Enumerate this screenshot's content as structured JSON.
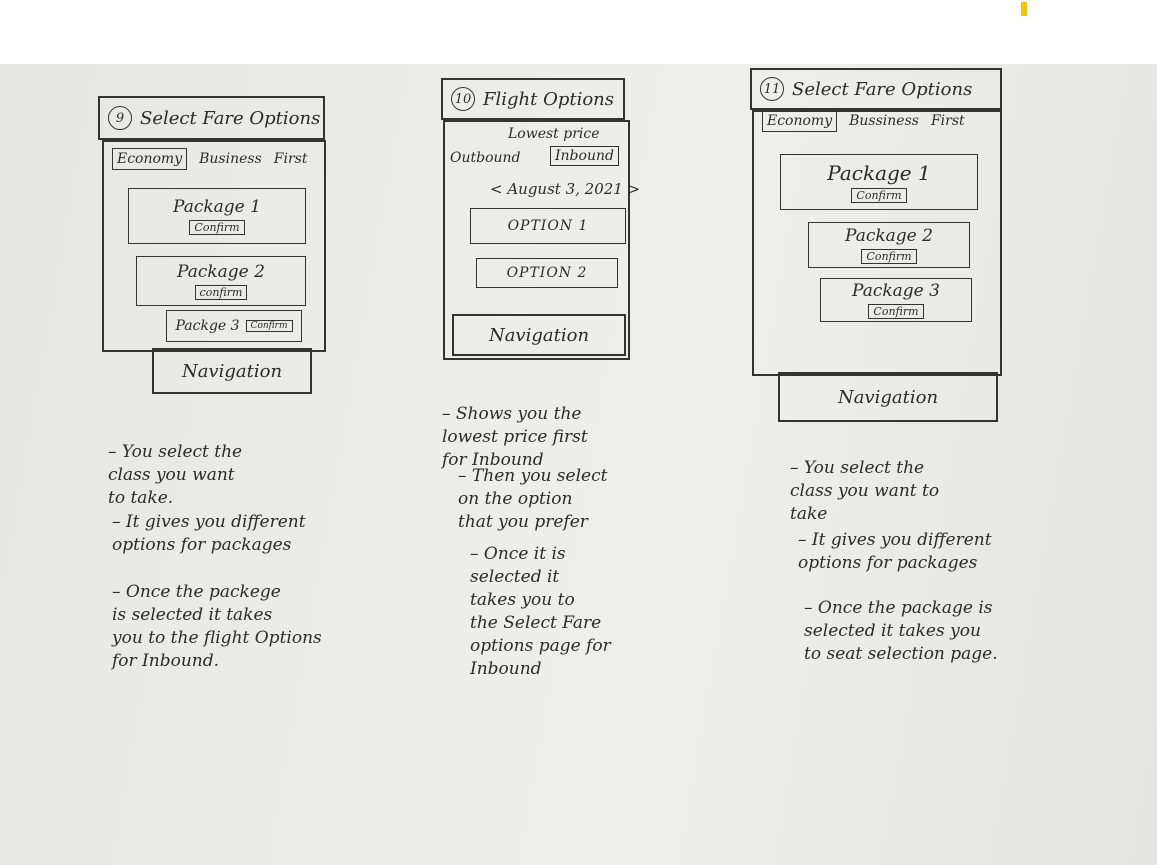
{
  "screens": [
    {
      "number": "9",
      "title": "Select Fare Options",
      "tabs": [
        "Economy",
        "Business",
        "First"
      ],
      "packages": [
        {
          "label": "Package 1",
          "confirm": "Confirm"
        },
        {
          "label": "Package 2",
          "confirm": "confirm"
        },
        {
          "label": "Packge 3",
          "confirm": "Confirm"
        }
      ],
      "navigation": "Navigation",
      "notes": [
        "You select the\nclass you want\nto take.",
        "It gives you different\noptions for packages",
        "Once the packege\nis selected it takes\nyou to the flight Options\nfor Inbound."
      ]
    },
    {
      "number": "10",
      "title": "Flight Options",
      "sort_label": "Lowest price",
      "outbound_label": "Outbound",
      "inbound_label": "Inbound",
      "date_nav": "< August 3, 2021 >",
      "options": [
        "OPTION 1",
        "OPTION 2"
      ],
      "navigation": "Navigation",
      "notes": [
        "Shows you the\nlowest price first\nfor Inbound",
        "Then you select\non the option\nthat you prefer",
        "Once it is\nselected it\ntakes you to\nthe Select Fare\noptions page for\nInbound"
      ]
    },
    {
      "number": "11",
      "title": "Select Fare Options",
      "tabs": [
        "Economy",
        "Bussiness",
        "First"
      ],
      "packages": [
        {
          "label": "Package 1",
          "confirm": "Confirm"
        },
        {
          "label": "Package 2",
          "confirm": "Confirm"
        },
        {
          "label": "Package 3",
          "confirm": "Confirm"
        }
      ],
      "navigation": "Navigation",
      "notes": [
        "You select the\nclass you want to\ntake",
        "It gives you different\noptions for packages",
        "Once the package is\nselected it takes you\nto seat selection page."
      ]
    }
  ]
}
